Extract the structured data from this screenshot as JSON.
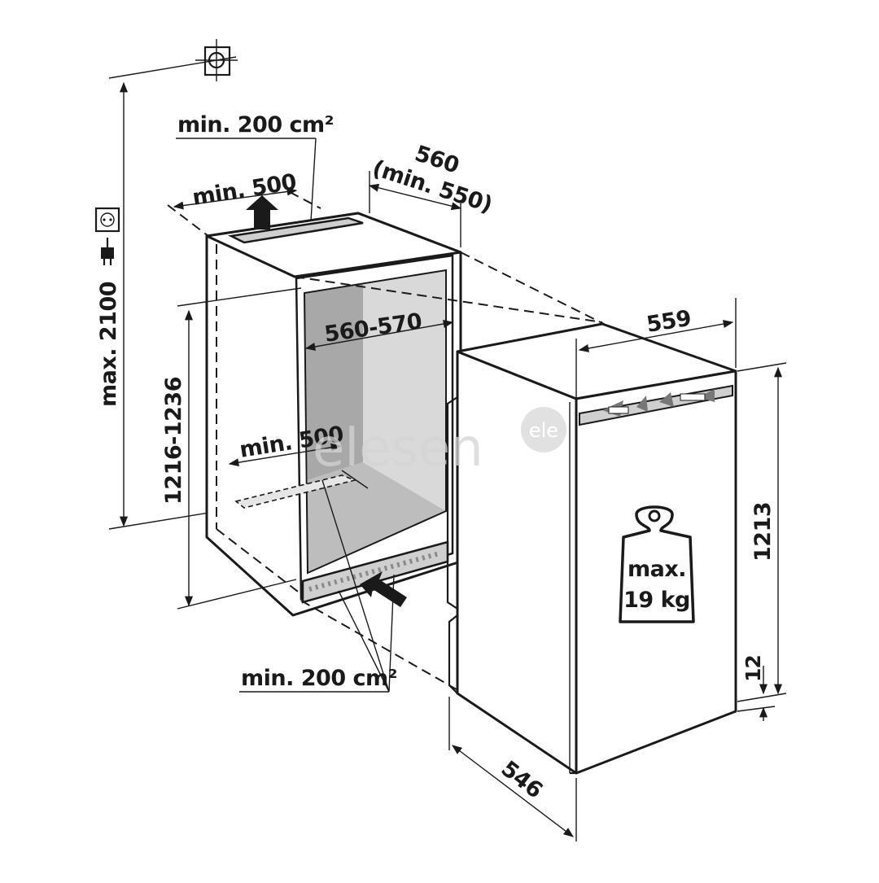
{
  "diagram": {
    "labels": {
      "top_vent_area": "min. 200 cm²",
      "top_depth_min": "min. 500",
      "niche_depth": "560",
      "niche_depth_min": "(min. 550)",
      "max_height": "max. 2100",
      "niche_width": "560-570",
      "niche_height": "1216-1236",
      "floor_depth_min": "min. 500",
      "bottom_vent_area": "min. 200 cm²",
      "appliance_width": "559",
      "appliance_height": "1213",
      "door_offset": "12",
      "appliance_depth": "546",
      "weight_line1": "max.",
      "weight_line2": "19 kg"
    },
    "watermark": {
      "text": "elesen",
      "logo_text": "ele"
    },
    "icons": [
      "level-icon",
      "power-socket-icon",
      "power-plug-icon",
      "weight-icon",
      "arrow-up-icon",
      "arrow-in-icon"
    ],
    "colors": {
      "line": "#1a1a1a",
      "interior_dark": "#a8a8a8",
      "interior_mid": "#bdbdbd",
      "interior_light": "#d9d9d9",
      "watermark": "#d4d4d4"
    }
  }
}
